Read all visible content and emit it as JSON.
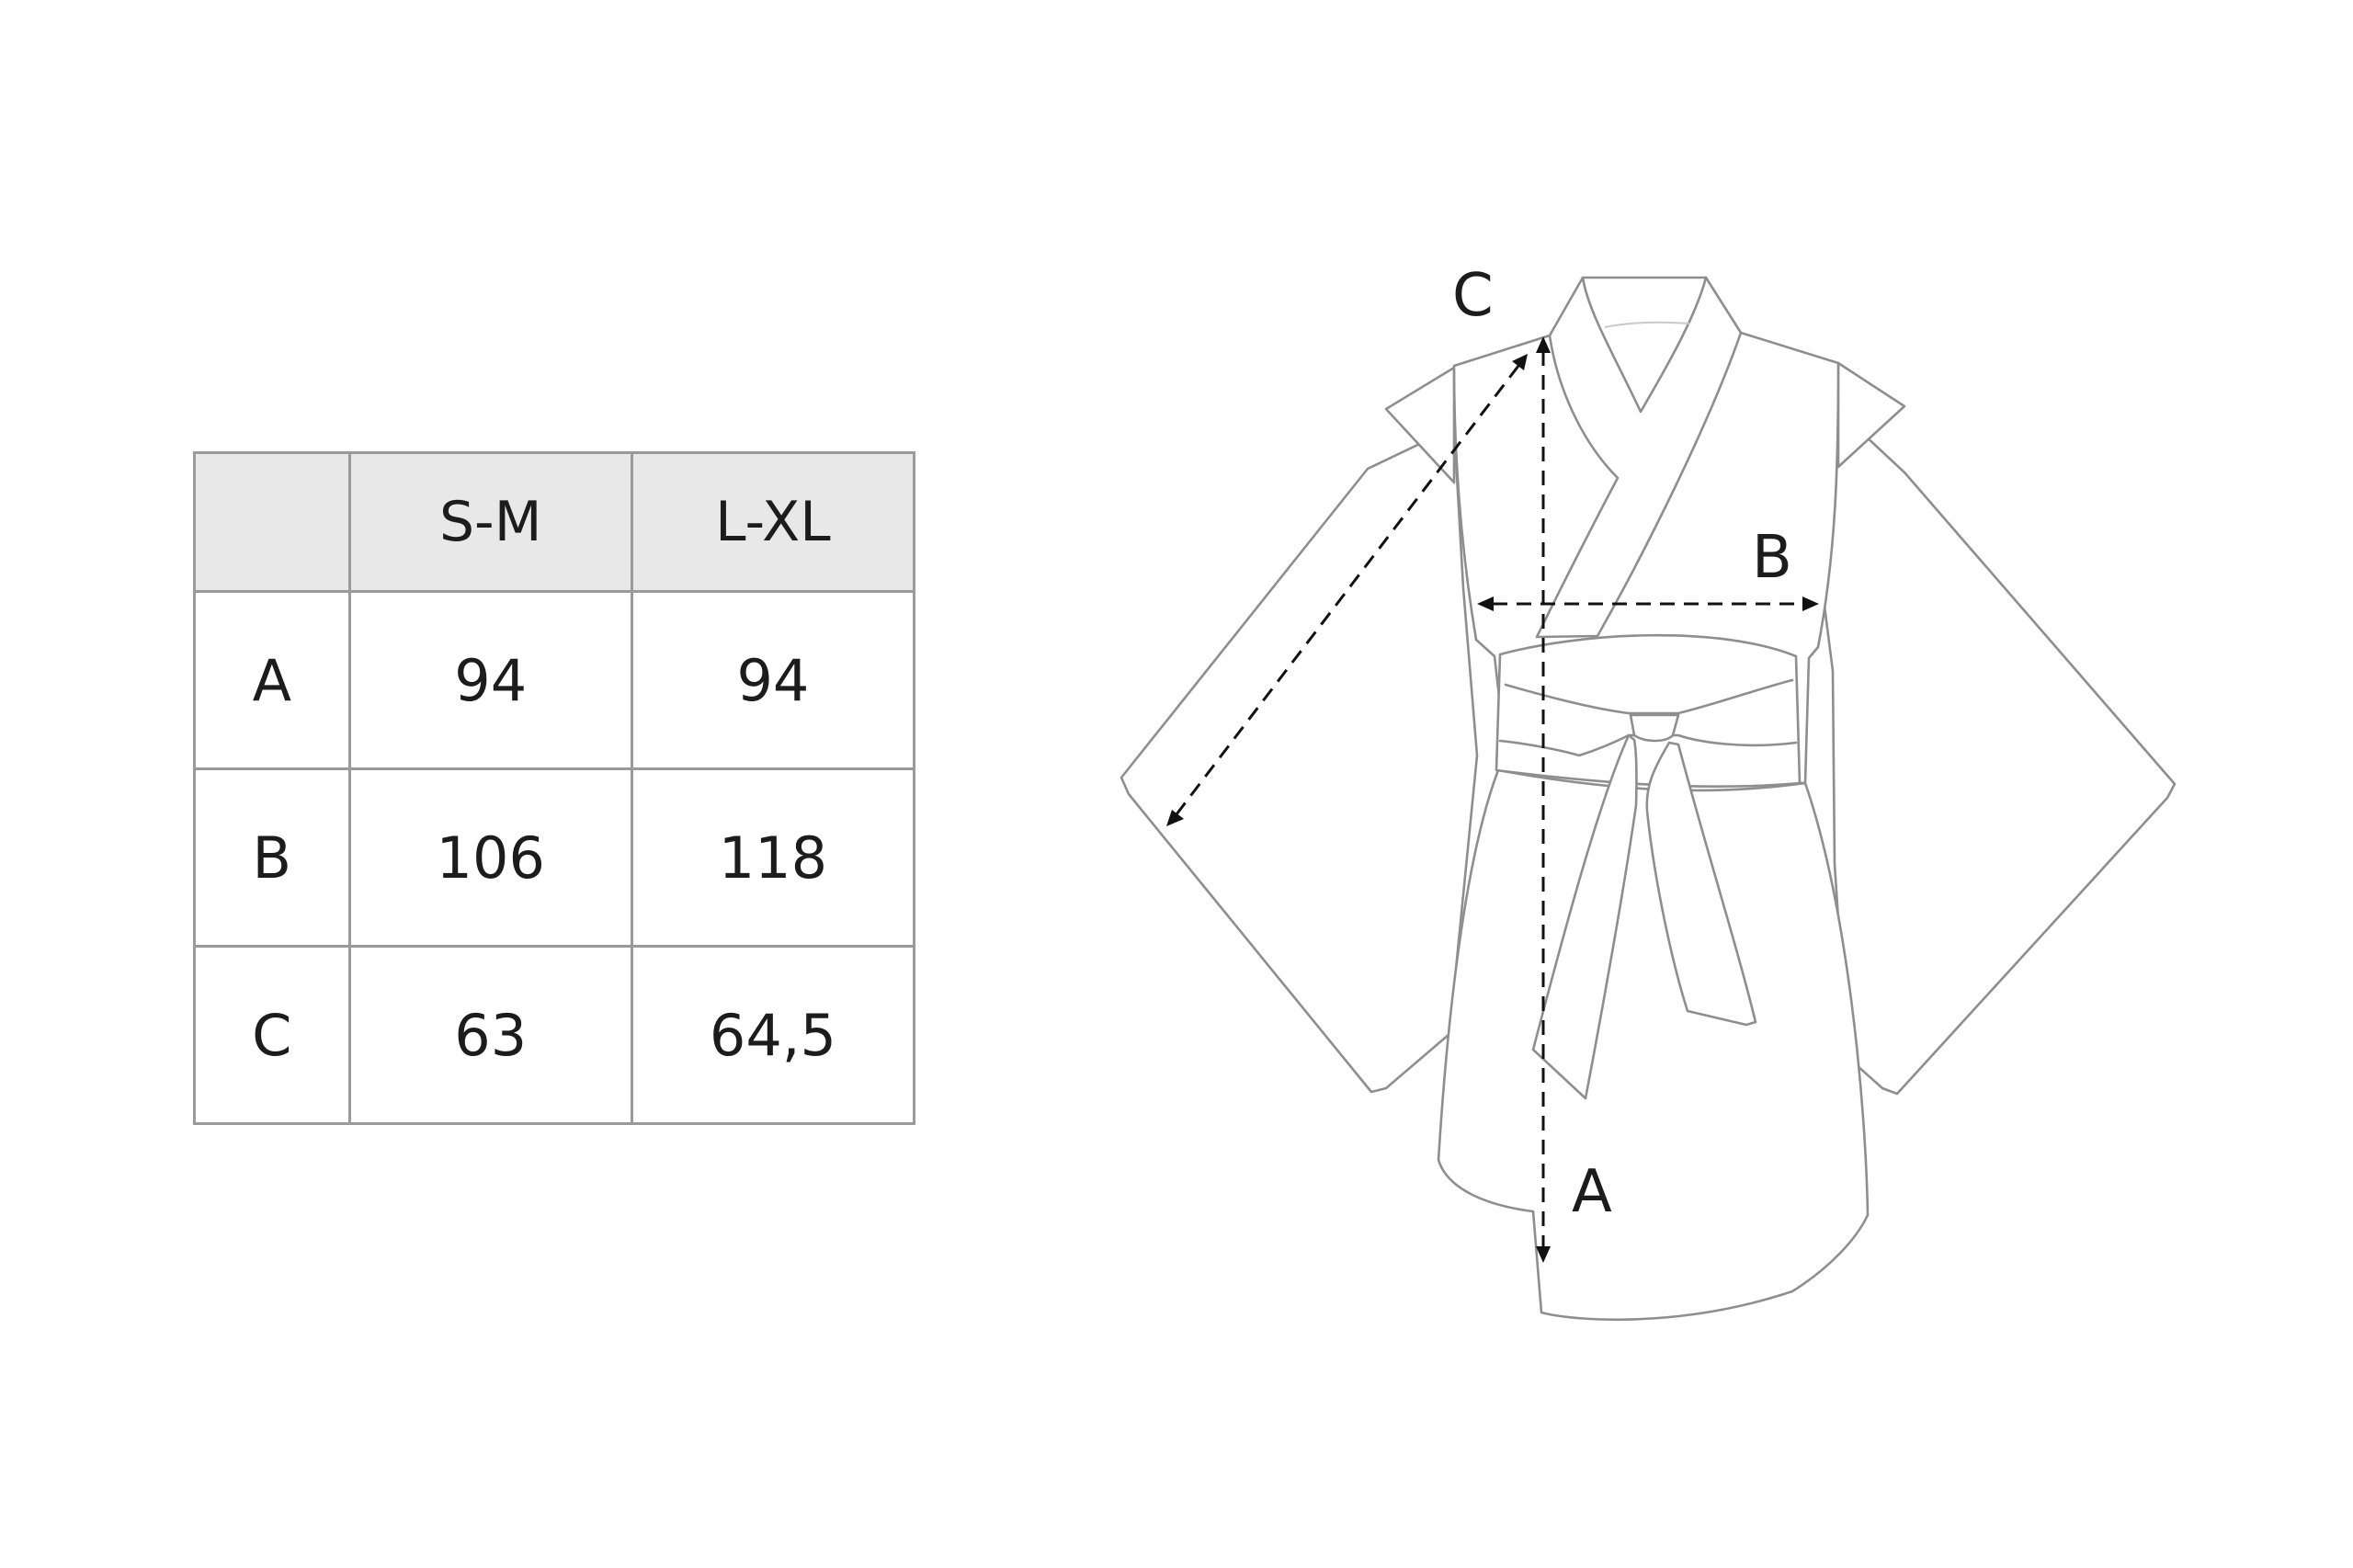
{
  "size_table": {
    "headers": [
      "",
      "S-M",
      "L-XL"
    ],
    "rows": [
      {
        "label": "A",
        "s_m": "94",
        "l_xl": "94"
      },
      {
        "label": "B",
        "s_m": "106",
        "l_xl": "118"
      },
      {
        "label": "C",
        "s_m": "63",
        "l_xl": "64,5"
      }
    ],
    "header_background": "#e8e8e8",
    "border_color": "#9a9a9a"
  },
  "diagram": {
    "garment": "robe-icon",
    "labels": {
      "a": "A",
      "b": "B",
      "c": "C"
    },
    "line_color": "#8e8e8e",
    "arrow_color": "#111111"
  }
}
